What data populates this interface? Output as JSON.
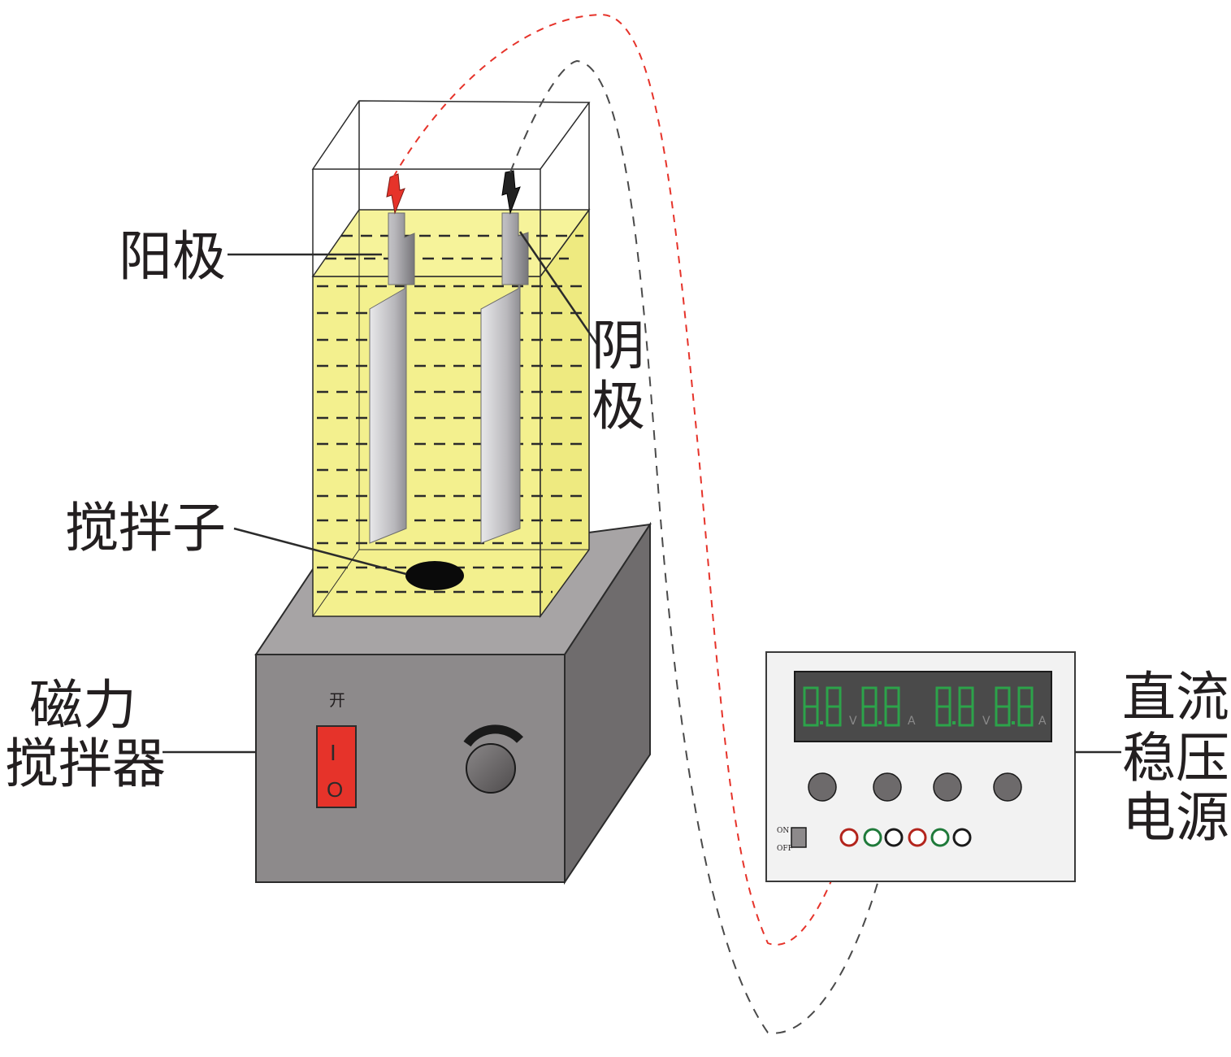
{
  "labels": {
    "anode": "阳极",
    "cathode_line1": "阴",
    "cathode_line2": "极",
    "stir_bar": "搅拌子",
    "stirrer_line1": "磁力",
    "stirrer_line2": "搅拌器",
    "power_line1": "直流",
    "power_line2": "稳压",
    "power_line3": "电源"
  },
  "stirrer_panel": {
    "switch_label": "开",
    "switch_on_glyph": "I",
    "switch_off_glyph": "O"
  },
  "power_panel": {
    "on_label": "ON",
    "off_label": "OFF",
    "unit_v1": "V",
    "unit_a1": "A",
    "unit_v2": "V",
    "unit_a2": "A"
  },
  "colors": {
    "solution": "#f3f08e",
    "box": "#8d8a8b",
    "switch": "#e6332a",
    "anode_wire": "#e6332a",
    "cathode_wire": "#4a4a4a",
    "display_digits": "#2ca34a"
  }
}
